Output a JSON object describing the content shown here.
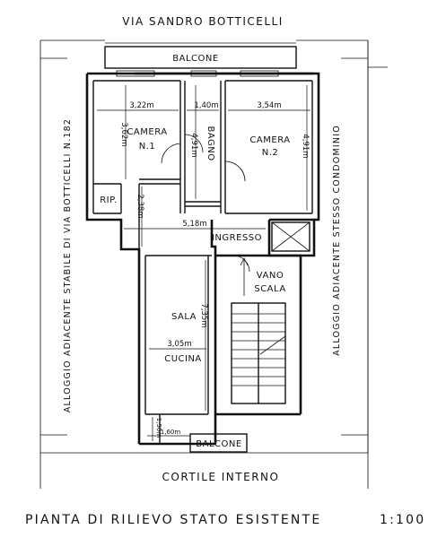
{
  "street": "VIA SANDRO BOTTICELLI",
  "courtyard": "CORTILE INTERNO",
  "title": "PIANTA DI RILIEVO STATO ESISTENTE",
  "scale": "1:100",
  "adjacent_left": "ALLOGGIO ADIACENTE STABILE DI VIA BOTTICELLI N.182",
  "adjacent_right": "ALLOGGIO ADIACENTE STESSO CONDOMINIO",
  "rooms": {
    "balcone_top": "BALCONE",
    "camera1": "CAMERA",
    "camera1_num": "N.1",
    "bagno": "BAGNO",
    "camera2": "CAMERA",
    "camera2_num": "N.2",
    "rip": "RIP.",
    "ingresso": "INGRESSO",
    "vano": "VANO",
    "scala": "SCALA",
    "sala": "SALA",
    "cucina": "CUCINA",
    "balcone_bottom": "BALCONE"
  },
  "dimensions": {
    "cam1_w": "3,22m",
    "cam1_h": "3,62m",
    "bagno_w": "1,40m",
    "bagno_h": "4,91m",
    "cam2_w": "3,54m",
    "cam2_h": "4,91m",
    "corr_h": "2,38m",
    "corr_w": "5,18m",
    "sala_h": "7,35m",
    "cucina_w": "3,05m",
    "small_h": "1,50m",
    "small_w": "1,60m"
  }
}
